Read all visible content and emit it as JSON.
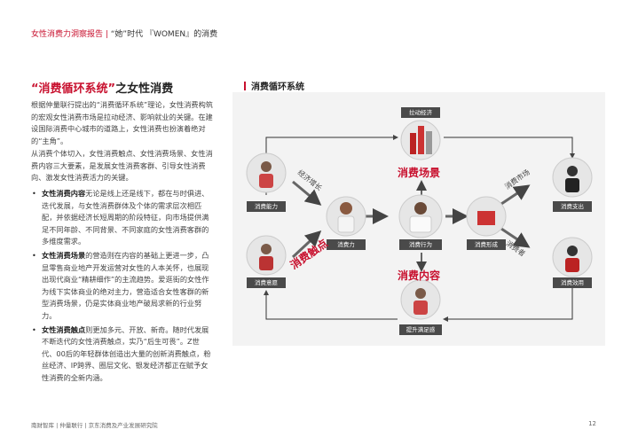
{
  "header": {
    "part1": "女性消费力洞察报告 | ",
    "part2": "“她”时代 『WOMEN』的消费"
  },
  "title": {
    "highlight": "“消费循环系统”",
    "rest": "之女性消费"
  },
  "paragraphs": [
    "根据仲量联行提出的“消费循环系统”理论，女性消费构筑的宏观女性消费市场是拉动经济、影响就业的关键。在建设国际消费中心城市的道路上，女性消费也扮演着绝对的“主角”。",
    "从消费个体切入，女性消费触点、女性消费场景、女性消费内容三大要素，是发展女性消费客群、引导女性消费向、激发女性消费活力的关键。"
  ],
  "bullets": [
    {
      "bold": "女性消费内容",
      "text": "无论是线上还是线下，都在与时俱进、迭代发展，与女性消费群体及个体的需求层次相匹配，并依据经济长短周期的阶段特征，向市场提供满足不同年龄、不同背景、不同家庭的女性消费客群的多维度需求。"
    },
    {
      "bold": "女性消费场景",
      "text": "的营造则在内容的基础上更进一步，凸显零售商业地产开发运营对女性的人本关怀，也展现出现代商业“精耕细作”的主流趋势。爱逛街的女性作为线下实体商业的绝对主力，营造适合女性客群的新型消费场景，仍是实体商业地产破局求新的行业努力。"
    },
    {
      "bold": "女性消费触点",
      "text": "则更加多元、开放、新奇。随时代发展不断迭代的女性消费触点，实乃“后生可畏”。Z世代、00后的年轻群体创造出大量的创新消费触点，粉丝经济、IP跨界、圈层文化、银发经济都正在赋予女性消费的全新内涵。"
    }
  ],
  "diagram": {
    "title": "消费循环系统",
    "labels": {
      "top": "拉动经济",
      "left_top": "消费能力",
      "left_bottom": "消费意愿",
      "mid_left": "消费力",
      "center": "消费行为",
      "mid_right": "消费形成",
      "right_top": "消费支出",
      "right_bottom": "消费效用",
      "bottom": "提升满足感"
    },
    "arrows": {
      "economy_growth": "经济增长",
      "consumer_market": "消费市场",
      "consumer": "消费者"
    },
    "highlights": {
      "scene": "消费场景",
      "touchpoint": "消费触点",
      "content": "消费内容"
    }
  },
  "footer": {
    "orgs": "南财智库 | 仲量联行 | 京东消费及产业发展研究院",
    "page": "12"
  },
  "colors": {
    "accent": "#c8102e",
    "label_bg": "#4a4a4a",
    "panel_bg": "#f3f3f3"
  }
}
